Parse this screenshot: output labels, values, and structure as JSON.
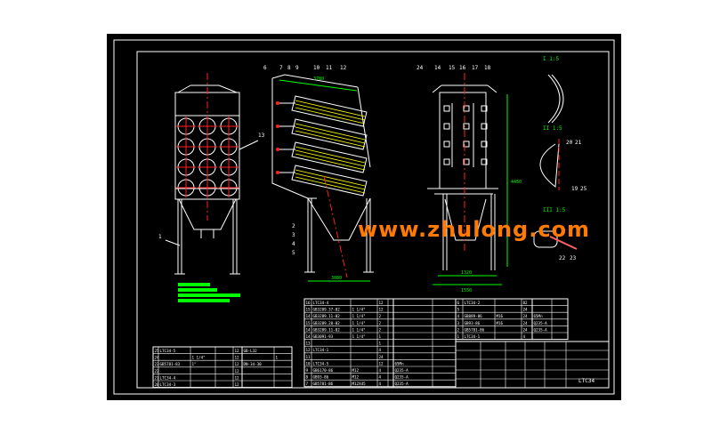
{
  "colors": {
    "background": "#000000",
    "border": "#ffffff",
    "body": "#ffffff",
    "centerline": "#ff2020",
    "dimension": "#00ff00",
    "filter_bag": "#ffff00",
    "legend_bar": "#00ff00",
    "watermark": "#ff7a00"
  },
  "watermark": "www.zhulong.com",
  "labels": {
    "front_left": "1",
    "front_right": "13",
    "side": [
      "6",
      "7",
      "8",
      "9",
      "10",
      "11",
      "12",
      "2",
      "3",
      "4",
      "5"
    ],
    "rear": [
      "24",
      "14",
      "15",
      "16",
      "17",
      "18"
    ],
    "detail_nums": [
      "20",
      "21",
      "19",
      "25",
      "22",
      "23"
    ]
  },
  "details": {
    "d1": "I  1:5",
    "d2": "II  1:5",
    "d3": "III  1:5"
  },
  "dims": {
    "side_top": "3780",
    "side_bottom": "3080",
    "rear_height": "4450",
    "rear_inner": "1320",
    "rear_outer": "1550"
  },
  "bom_left": [
    {
      "no": "25",
      "code": "LTC34-5",
      "name": "",
      "qty": "12"
    },
    {
      "no": "24",
      "code": "",
      "name": "1 1/4\"",
      "qty": "12"
    },
    {
      "no": "23",
      "code": "GB5781-83",
      "name": "1\"",
      "qty": "12"
    },
    {
      "no": "22",
      "code": "",
      "name": "",
      "qty": "12"
    },
    {
      "no": "21",
      "code": "LTC34-4",
      "name": "",
      "qty": "12"
    },
    {
      "no": "20",
      "code": "LTC34-3",
      "name": "",
      "qty": "12"
    }
  ],
  "bom_left2": [
    {
      "std": "GB-L32",
      "qty": ""
    },
    {
      "std": "",
      "qty": "1"
    },
    {
      "std": "DN-34-30",
      "qty": ""
    },
    {
      "std": "",
      "qty": ""
    }
  ],
  "bom_mid": [
    {
      "no": "16",
      "code": "LTC34-4",
      "name": "",
      "qty": "12"
    },
    {
      "no": "15",
      "code": "GB3289.37-82",
      "name": "1 1/4\"",
      "qty": "12"
    },
    {
      "no": "14",
      "code": "GB3289.11-82",
      "name": "1 1/4\"",
      "qty": "2"
    },
    {
      "no": "15",
      "code": "GB3289.28-82",
      "name": "1 1/4\"",
      "qty": "2"
    },
    {
      "no": "14",
      "code": "GB3289.11-82",
      "name": "1 1/4\"",
      "qty": "2"
    },
    {
      "no": "14",
      "code": "GB3091-93",
      "name": "1 1/4\"",
      "qty": "1"
    },
    {
      "no": "13",
      "code": "",
      "name": "",
      "qty": "1"
    },
    {
      "no": "12",
      "code": "LTC34-1",
      "name": "",
      "qty": "4"
    },
    {
      "no": "11",
      "code": "",
      "name": "",
      "qty": "24"
    },
    {
      "no": "10",
      "code": "LTC34-5",
      "name": "",
      "qty": "12"
    },
    {
      "no": "9",
      "code": "GB6170-86",
      "name": "M12",
      "qty": "4"
    },
    {
      "no": "8",
      "code": "GB93-86",
      "name": "M12",
      "qty": "4"
    },
    {
      "no": "7",
      "code": "GB5781-86",
      "name": "M12X45",
      "qty": "4"
    }
  ],
  "bom_mid_right": [
    {
      "mat": "",
      "w": ""
    },
    {
      "mat": "",
      "w": ""
    },
    {
      "mat": "",
      "w": ""
    },
    {
      "mat": "",
      "w": ""
    },
    {
      "mat": "",
      "w": ""
    },
    {
      "mat": "",
      "w": ""
    },
    {
      "mat": "",
      "w": ""
    },
    {
      "mat": "",
      "w": ""
    },
    {
      "mat": "",
      "w": ""
    },
    {
      "mat": "65Mn",
      "w": ""
    },
    {
      "mat": "Q235-A",
      "w": ""
    },
    {
      "mat": "Q235-A",
      "w": ""
    },
    {
      "mat": "Q235-A",
      "w": ""
    }
  ],
  "bom_right": [
    {
      "no": "6",
      "code": "LTC34-2",
      "name": "",
      "qty": "82"
    },
    {
      "no": "5",
      "code": "",
      "name": "",
      "qty": "24"
    },
    {
      "no": "4",
      "code": "GB889-86",
      "name": "M16",
      "qty": "24"
    },
    {
      "no": "3",
      "code": "GB93-86",
      "name": "M16",
      "qty": "24"
    },
    {
      "no": "2",
      "code": "GB5781-86",
      "name": "",
      "qty": "24"
    },
    {
      "no": "1",
      "code": "LTC34-1",
      "name": "",
      "qty": "4"
    }
  ],
  "bom_right_mat": [
    "",
    "",
    "65Mn",
    "Q235-A",
    "Q235-A",
    ""
  ],
  "title_block": {
    "drawing_no": "LTC34",
    "row_a": "",
    "row_b": ""
  }
}
